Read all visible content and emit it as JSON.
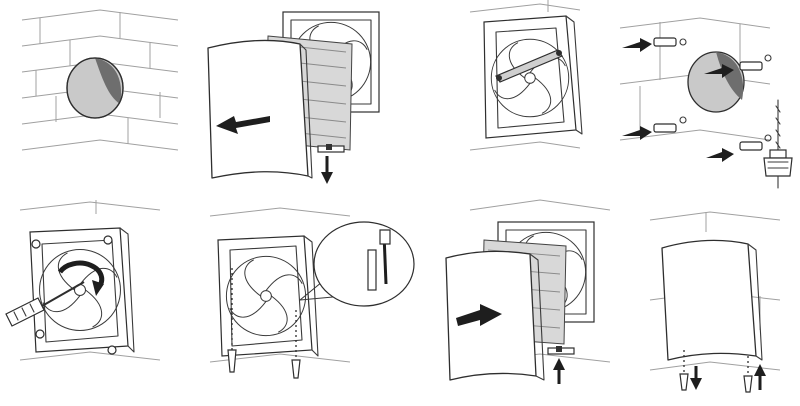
{
  "colors": {
    "line": "#2e2e2e",
    "brick": "#a0a0a0",
    "filter": "#d8d8d8",
    "shadow": "#6e6e6e",
    "arrow": "#1e1e1e",
    "background": "#ffffff"
  },
  "steps": [
    {
      "id": 1,
      "icon": "wall-opening-icon"
    },
    {
      "id": 2,
      "icon": "remove-front-panel-icon"
    },
    {
      "id": 3,
      "icon": "frame-level-icon"
    },
    {
      "id": 4,
      "icon": "drill-dowels-icon"
    },
    {
      "id": 5,
      "icon": "screwdriver-mount-icon"
    },
    {
      "id": 6,
      "icon": "wiring-detail-icon"
    },
    {
      "id": 7,
      "icon": "attach-front-panel-icon"
    },
    {
      "id": 8,
      "icon": "final-assembly-icon"
    }
  ]
}
